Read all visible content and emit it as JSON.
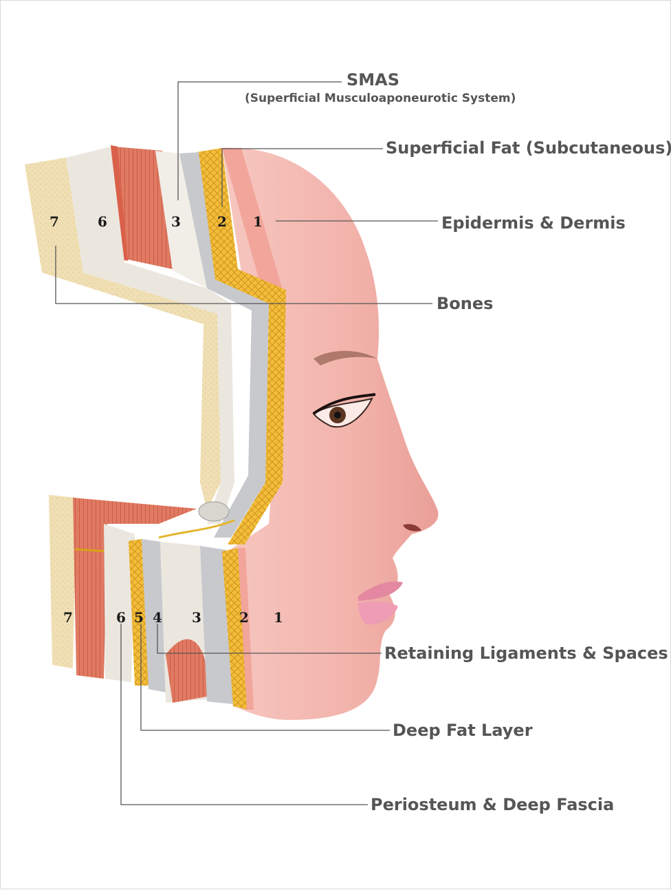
{
  "labels": {
    "smas": "SMAS",
    "smas_full": "(Superficial Musculoaponeurotic System)",
    "superficial_fat": "Superficial Fat (Subcutaneous)",
    "epidermis_dermis": "Epidermis & Dermis",
    "bones": "Bones",
    "retaining_ligaments": "Retaining Ligaments & Spaces",
    "deep_fat": "Deep Fat Layer",
    "periosteum": "Periosteum & Deep Fascia"
  },
  "layer_numbers": {
    "upper": [
      "7",
      "6",
      "3",
      "2",
      "1"
    ],
    "lower": [
      "7",
      "6",
      "5",
      "4",
      "3",
      "2",
      "1"
    ]
  },
  "colors": {
    "skin": "#f2b3ab",
    "fat": "#f0b72f",
    "muscle": "#d9604a",
    "fascia": "#e8e4dc",
    "bone": "#efdcad",
    "leader_line": "#555555"
  }
}
